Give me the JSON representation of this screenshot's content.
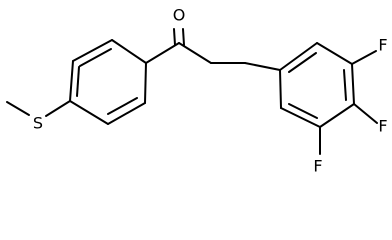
{
  "molecule": {
    "atoms": {
      "oxygen": "O",
      "sulfur": "S",
      "fluorine_top": "F",
      "fluorine_middle": "F",
      "fluorine_bottom": "F"
    }
  }
}
